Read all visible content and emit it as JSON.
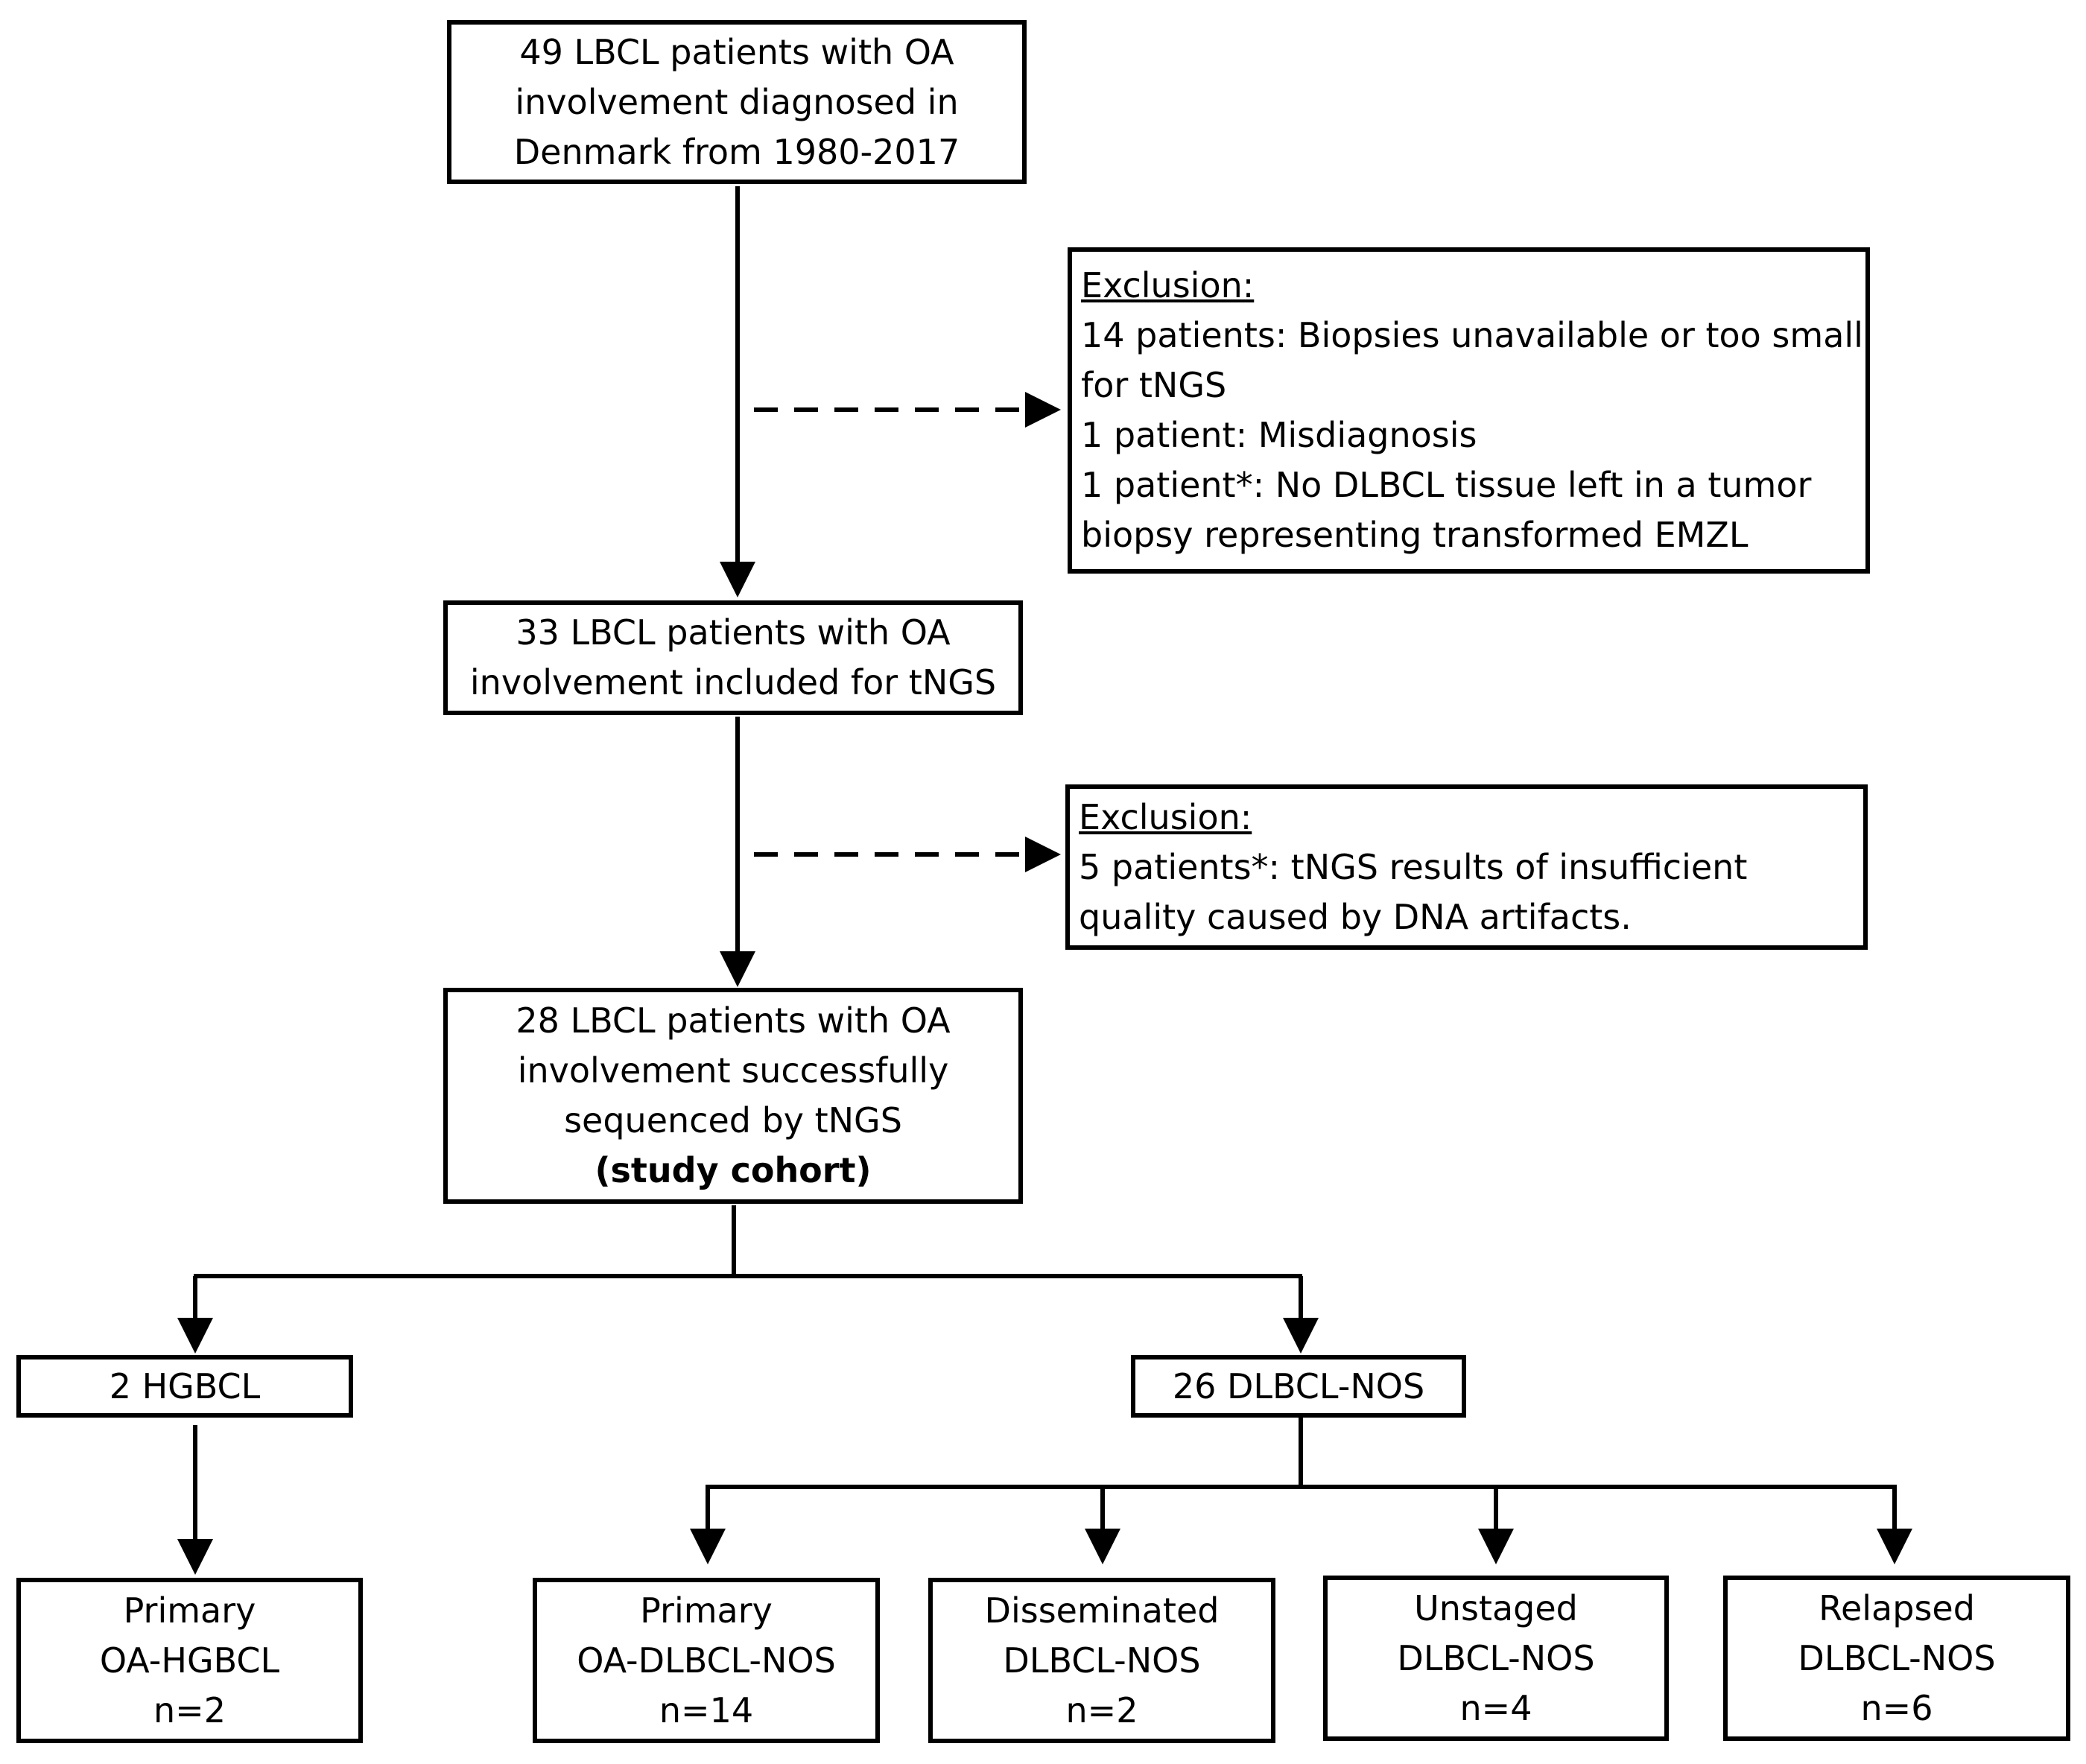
{
  "nodes": {
    "start": {
      "lines": [
        "49 LBCL patients with OA",
        "involvement diagnosed in",
        "Denmark from 1980-2017"
      ]
    },
    "exclusion1": {
      "heading": "Exclusion:",
      "lines": [
        "14 patients: Biopsies unavailable or too small",
        "for tNGS",
        "1 patient: Misdiagnosis",
        "1 patient*: No DLBCL tissue left in a tumor",
        "biopsy representing transformed EMZL"
      ]
    },
    "included": {
      "lines": [
        "33 LBCL patients with OA",
        "involvement included for tNGS"
      ]
    },
    "exclusion2": {
      "heading": "Exclusion:",
      "lines": [
        "5 patients*: tNGS results of insufficient",
        "quality caused by DNA artifacts."
      ]
    },
    "cohort": {
      "lines": [
        "28 LBCL patients with OA",
        "involvement successfully",
        "sequenced by tNGS"
      ],
      "bold_line": "(study cohort)"
    },
    "hgbcl": {
      "label": "2 HGBCL"
    },
    "dlbcl": {
      "label": "26 DLBCL-NOS"
    },
    "primary_hgbcl": {
      "lines": [
        "Primary",
        "OA-HGBCL",
        "n=2"
      ]
    },
    "primary_dlbcl": {
      "lines": [
        "Primary",
        "OA-DLBCL-NOS",
        "n=14"
      ]
    },
    "disseminated": {
      "lines": [
        "Disseminated",
        "DLBCL-NOS",
        "n=2"
      ]
    },
    "unstaged": {
      "lines": [
        "Unstaged",
        "DLBCL-NOS",
        "n=4"
      ]
    },
    "relapsed": {
      "lines": [
        "Relapsed",
        "DLBCL-NOS",
        "n=6"
      ]
    }
  }
}
